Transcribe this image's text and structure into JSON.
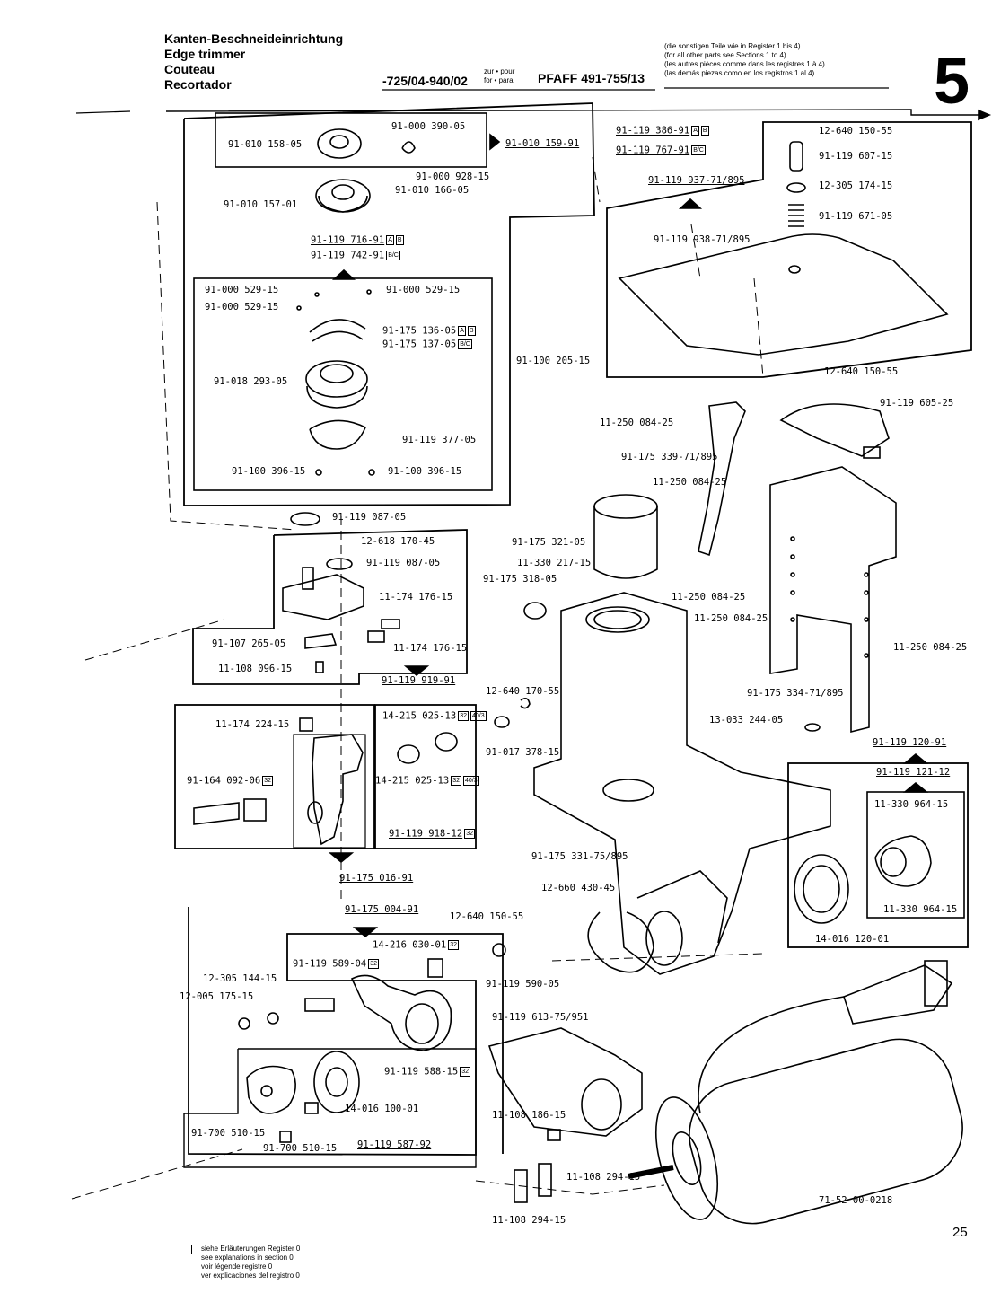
{
  "header": {
    "title_de": "Kanten-Beschneideinrichtung",
    "title_en": "Edge trimmer",
    "title_fr": "Couteau",
    "title_es": "Recortador",
    "code": "-725/04-940/02",
    "for_text_1": "zur • pour",
    "for_text_2": "for • para",
    "model": "PFAFF 491-755/13",
    "note_de": "(die sonstigen Teile wie in Register 1 bis 4)",
    "note_en": "(for all other parts see Sections 1 to 4)",
    "note_fr": "(les autres pièces comme dans les registres 1 à 4)",
    "note_es": "(las demás piezas como en los registros 1 al 4)",
    "section_number": "5"
  },
  "badges": {
    "a": "A",
    "b": "B",
    "bc": "B/C",
    "32": "32",
    "40_3": "40/3"
  },
  "labels": {
    "p01": "91-010 158-05",
    "p02": "91-000 390-05",
    "p03": "91-000 928-15",
    "p04": "91-010 166-05",
    "p05": "91-010 159-91",
    "p06": "91-010 157-01",
    "p07": "91-119 716-91",
    "p08": "91-119 742-91",
    "p09": "91-000 529-15",
    "p10": "91-000 529-15",
    "p11": "91-000 529-15",
    "p12": "91-175 136-05",
    "p13": "91-175 137-05",
    "p14": "91-018 293-05",
    "p15": "91-119 377-05",
    "p16": "91-100 396-15",
    "p17": "91-100 396-15",
    "p18": "91-119 386-91",
    "p19": "91-119 767-91",
    "p20": "91-119 937-71/895",
    "p21": "91-119 938-71/895",
    "p22": "12-640 150-55",
    "p23": "91-119 607-15",
    "p24": "12-305 174-15",
    "p25": "91-119 671-05",
    "p26": "12-640 150-55",
    "p27": "91-100 205-15",
    "p28": "11-250 084-25",
    "p29": "91-119 605-25",
    "p30": "91-175 339-71/895",
    "p31": "11-250 084-25",
    "p32": "91-175 321-05",
    "p33": "11-330 217-15",
    "p34": "91-175 318-05",
    "p35": "11-250 084-25",
    "p36": "11-250 084-25",
    "p37": "11-250 084-25",
    "p38": "91-119 087-05",
    "p39": "12-618 170-45",
    "p40": "91-119 087-05",
    "p41": "11-174 176-15",
    "p42": "91-107 265-05",
    "p43": "11-174 176-15",
    "p44": "11-108 096-15",
    "p45": "91-119 919-91",
    "p46": "12-640 170-55",
    "p47": "91-017 378-15",
    "p48": "91-175 334-71/895",
    "p49": "13-033 244-05",
    "p50": "11-174 224-15",
    "p51": "14-215 025-13",
    "p52": "14-215 025-13",
    "p53": "91-164 092-06",
    "p54": "91-119 918-12",
    "p55": "91-175 016-91",
    "p56": "91-175 331-75/895",
    "p57": "91-119 120-91",
    "p58": "91-119 121-12",
    "p59": "11-330 964-15",
    "p60": "11-330 964-15",
    "p61": "14-016 120-01",
    "p62": "12-660 430-45",
    "p63": "91-175 004-91",
    "p64": "12-640 150-55",
    "p65": "14-216 030-01",
    "p66": "91-119 589-04",
    "p67": "12-305 144-15",
    "p68": "12-005 175-15",
    "p69": "91-119 590-05",
    "p70": "91-119 588-15",
    "p71": "91-119 613-75/951",
    "p72": "14-016 100-01",
    "p73": "11-108 186-15",
    "p74": "91-700 510-15",
    "p75": "91-700 510-15",
    "p76": "91-119 587-92",
    "p77": "11-108 294-15",
    "p78": "11-108 294-15",
    "p79": "71-52 00-0218"
  },
  "footer": {
    "legend_de": "siehe Erläuterungen Register 0",
    "legend_en": "see explanations in section 0",
    "legend_fr": "voir légende registre 0",
    "legend_es": "ver explicaciones del registro 0",
    "page_number": "25"
  }
}
